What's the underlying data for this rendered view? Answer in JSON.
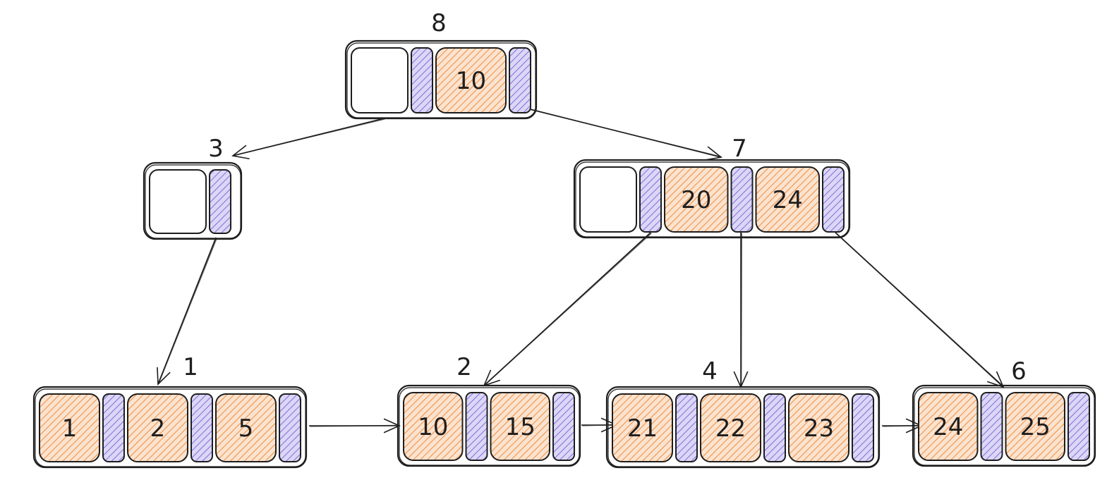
{
  "colors": {
    "key_fill": "#f4b183",
    "key_hatch": "#f08c3e",
    "pointer_fill": "#c8c1f0",
    "pointer_hatch": "#7e6fd6",
    "stroke": "#1e1e1e"
  },
  "nodes": [
    {
      "id": "8",
      "label": "8",
      "keys": [
        "10"
      ],
      "leading_empty": true
    },
    {
      "id": "3",
      "label": "3",
      "keys": [],
      "leading_empty": true
    },
    {
      "id": "7",
      "label": "7",
      "keys": [
        "20",
        "24"
      ],
      "leading_empty": true
    },
    {
      "id": "1",
      "label": "1",
      "keys": [
        "1",
        "2",
        "5"
      ],
      "leading_empty": false
    },
    {
      "id": "2",
      "label": "2",
      "keys": [
        "10",
        "15"
      ],
      "leading_empty": false
    },
    {
      "id": "4",
      "label": "4",
      "keys": [
        "21",
        "22",
        "23"
      ],
      "leading_empty": false
    },
    {
      "id": "6",
      "label": "6",
      "keys": [
        "24",
        "25"
      ],
      "leading_empty": false
    }
  ],
  "edges": [
    {
      "from": "8",
      "to": "3",
      "kind": "child"
    },
    {
      "from": "8",
      "to": "7",
      "kind": "child"
    },
    {
      "from": "3",
      "to": "1",
      "kind": "child"
    },
    {
      "from": "7",
      "to": "2",
      "kind": "child"
    },
    {
      "from": "7",
      "to": "4",
      "kind": "child"
    },
    {
      "from": "7",
      "to": "6",
      "kind": "child"
    },
    {
      "from": "1",
      "to": "2",
      "kind": "sibling"
    },
    {
      "from": "2",
      "to": "4",
      "kind": "sibling"
    },
    {
      "from": "4",
      "to": "6",
      "kind": "sibling"
    }
  ]
}
